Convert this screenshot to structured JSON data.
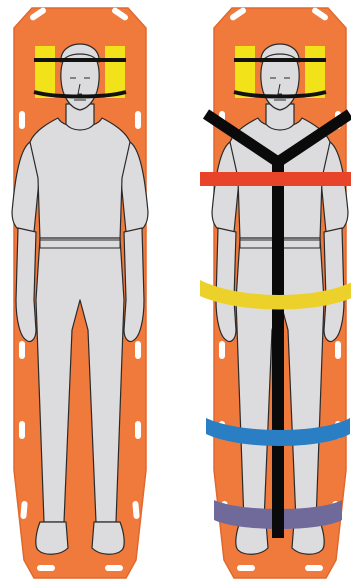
{
  "illustration": {
    "colors": {
      "board": "#f07a3c",
      "board_edge": "#e0682e",
      "slot": "#ffffff",
      "head_block": "#f2e21a",
      "head_strap": "#111111",
      "skin_and_clothes": "#dcdcde",
      "outline": "#2a2a2a",
      "harness_strap": "#0a0a0a",
      "chest_strap": "#e8442a",
      "hip_strap": "#ecd12a",
      "knee_strap": "#2a7fc4",
      "ankle_strap": "#6f6a99"
    },
    "panels": [
      {
        "id": "left",
        "straps_shown": [
          "head-straps"
        ]
      },
      {
        "id": "right",
        "straps_shown": [
          "head-straps",
          "spider-harness",
          "chest-strap",
          "hip-strap",
          "knee-strap",
          "ankle-strap"
        ]
      }
    ]
  }
}
